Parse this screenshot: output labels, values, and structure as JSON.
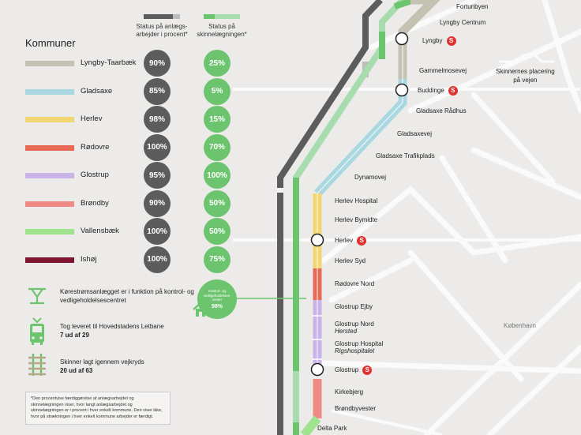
{
  "header": {
    "col1": "Status på anlægs-\narbejder i procent*",
    "col2": "Status på\nskinnelægningen*"
  },
  "kommuner_title": "Kommuner",
  "kommuner": [
    {
      "name": "Lyngby-Taarbæk",
      "anlaeg": "90%",
      "skinner": "25%",
      "color": "#c6c2b3"
    },
    {
      "name": "Gladsaxe",
      "anlaeg": "85%",
      "skinner": "5%",
      "color": "#a9d8e0"
    },
    {
      "name": "Herlev",
      "anlaeg": "98%",
      "skinner": "15%",
      "color": "#f1d774"
    },
    {
      "name": "Rødovre",
      "anlaeg": "100%",
      "skinner": "70%",
      "color": "#e86a55"
    },
    {
      "name": "Glostrup",
      "anlaeg": "95%",
      "skinner": "100%",
      "color": "#c9b3e8"
    },
    {
      "name": "Brøndby",
      "anlaeg": "90%",
      "skinner": "50%",
      "color": "#f08a84"
    },
    {
      "name": "Vallensbæk",
      "anlaeg": "100%",
      "skinner": "50%",
      "color": "#9fe38f"
    },
    {
      "name": "Ishøj",
      "anlaeg": "100%",
      "skinner": "75%",
      "color": "#7f1530"
    }
  ],
  "stations": {
    "fortunbyen": "Fortunbyen",
    "lyngby_centrum": "Lyngby Centrum",
    "lyngby": "Lyngby",
    "gammelmosevej": "Gammelmosevej",
    "buddinge": "Buddinge",
    "gladsaxe_raadhus": "Gladsaxe Rådhus",
    "gladsaxevej": "Gladsaxevej",
    "gladsaxe_trafikplads": "Gladsaxe Trafikplads",
    "dynamovej": "Dynamovej",
    "herlev_hospital": "Herlev Hospital",
    "herlev_bymidte": "Herlev Bymidte",
    "herlev": "Herlev",
    "herlev_syd": "Herlev Syd",
    "roedovre_nord": "Rødovre Nord",
    "glostrup_ejby": "Glostrup Ejby",
    "glostrup_nord": "Glostrup Nord",
    "glostrup_nord_sub": "Hersted",
    "glostrup_hospital": "Glostrup Hospital",
    "glostrup_hospital_sub": "Rigshospitalet",
    "glostrup": "Glostrup",
    "kirkebjerg": "Kirkebjerg",
    "broendbyvester": "Brøndbyvester",
    "delta_park": "Delta Park"
  },
  "s_logo": "S",
  "city_label": "København",
  "skinner_legend": "Skinnernes placering\npå vejen",
  "center_bubble": {
    "text": "Kontrol- og\nvedligeholdelses-\ncenter",
    "value": "98%"
  },
  "info": {
    "koerestroem": "Kørestrømsanlægget er i funktion på kontrol- og vedligeholdelsescentret",
    "tog_label": "Tog leveret til Hovedstadens Letbane",
    "tog_value": "7 ud af 29",
    "skinner_label": "Skinner lagt igennem vejkryds",
    "skinner_value": "20 ud af 63"
  },
  "footnote": "*Den procentvise færdiggørelse af anlægsarbejdet og skinnelægningen viser, hvor langt anlægsarbejdet og skinnelægningen er i procent i hver enkelt kommune. Den viser ikke, hvor på strækningen i hver enkelt kommune arbejder er færdigt."
}
